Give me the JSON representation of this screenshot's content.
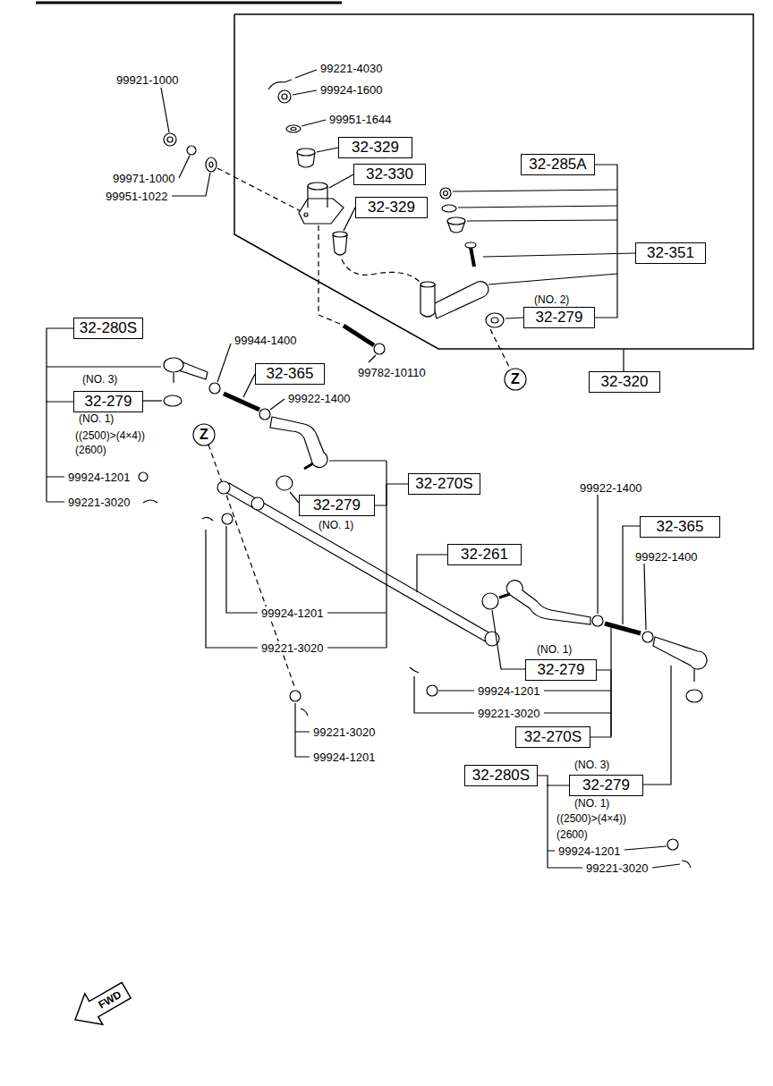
{
  "diagram": {
    "nodes": [
      {
        "text": [
          "32-329"
        ]
      },
      {
        "text": [
          "32-330"
        ]
      },
      {
        "text": [
          "32-329"
        ]
      },
      {
        "text": [
          "32-285A"
        ]
      },
      {
        "text": [
          "32-351"
        ]
      },
      {
        "text": [
          "32-279"
        ]
      },
      {
        "text": [
          "32-320"
        ]
      },
      {
        "text": [
          "32-280S"
        ]
      },
      {
        "text": [
          "32-365"
        ]
      },
      {
        "text": [
          "32-279"
        ]
      },
      {
        "text": [
          "32-270S"
        ]
      },
      {
        "text": [
          "32-279"
        ]
      },
      {
        "text": [
          "32-261"
        ]
      },
      {
        "text": [
          "32-365"
        ]
      },
      {
        "text": [
          "32-279"
        ]
      },
      {
        "text": [
          "32-270S"
        ]
      },
      {
        "text": [
          "32-280S"
        ]
      },
      {
        "text": [
          "32-279"
        ]
      }
    ],
    "edges": [
      {
        "from": 3,
        "to": 5,
        "arrow": "none"
      },
      {
        "from": 7,
        "to": 9,
        "arrow": "none"
      },
      {
        "from": 10,
        "to": 11,
        "arrow": "none"
      },
      {
        "from": 15,
        "to": 14,
        "arrow": "none"
      },
      {
        "from": 16,
        "to": 17,
        "arrow": "none"
      }
    ],
    "labels": [
      "99221-4030",
      "99921-1000",
      "99924-1600",
      "99951-1644",
      "99971-1000",
      "99951-1022",
      "(NO. 2)",
      "99944-1400",
      "99782-10110",
      "Z",
      "(NO. 3)",
      "99922-1400",
      "(NO. 1)",
      "Z",
      "((2500)>(4×4))",
      "(2600)",
      "99924-1201",
      "99922-1400",
      "99221-3020",
      "(NO. 1)",
      "99922-1400",
      "99924-1201",
      "99221-3020",
      "(NO. 1)",
      "99924-1201",
      "99221-3020",
      "99221-3020",
      "99924-1201",
      "(NO. 3)",
      "(NO. 1)",
      "((2500)>(4×4))",
      "(2600)",
      "99924-1201",
      "99221-3020",
      "FWD"
    ]
  }
}
